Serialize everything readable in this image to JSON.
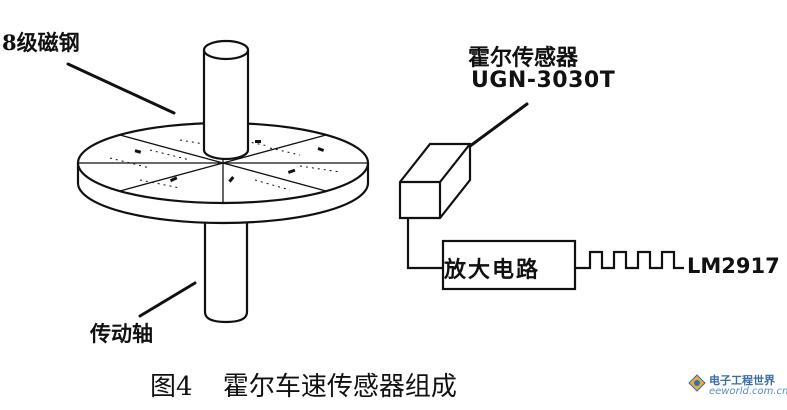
{
  "labels": {
    "magnet": "8级磁钢",
    "sensor_title": "霍尔传感器",
    "sensor_model": "UGN-3030T",
    "shaft": "传动轴",
    "amplifier": "放大电路",
    "output": "LM2917"
  },
  "caption": {
    "figure_number": "图4",
    "title": "霍尔车速传感器组成"
  },
  "watermark": {
    "name": "电子工程世界",
    "url": "eeworld.com.cn"
  },
  "colors": {
    "ink": "#111111",
    "logo_blue": "#3a6ea8"
  }
}
